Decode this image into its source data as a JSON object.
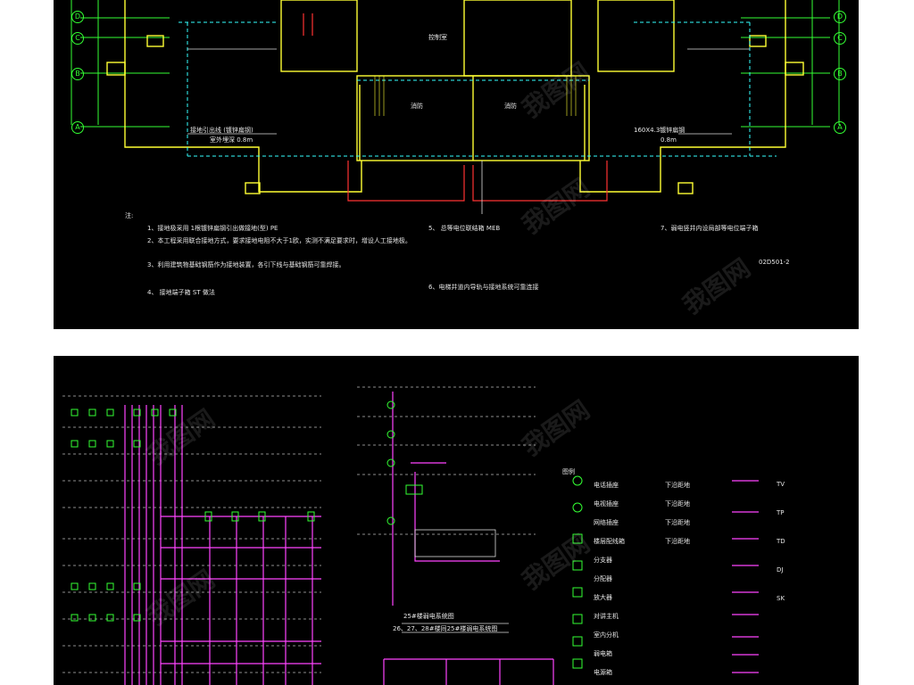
{
  "top_panel": {
    "axis_labels_left": [
      "D",
      "C",
      "B",
      "A"
    ],
    "axis_labels_right": [
      "D",
      "C",
      "B",
      "A"
    ],
    "room_labels": [
      "控制室",
      "消防",
      "消防"
    ],
    "notes": [
      "1、接地极采用      1根镀锌扁钢引出做接地(型)   PE",
      "2、本工程采用联合接地方式，要求接地电阻不大于1欧，实测不满足要求时，增设人工接地极。",
      "3、利用建筑物基础钢筋作为接地装置，各引下线与基础钢筋可靠焊接。",
      "4、      接地端子箱     ST  做法",
      "5、      总等电位联结箱   MEB",
      "6、电梯井道内导轨与接地系统可靠连接",
      "7、弱电竖井内设局部等电位端子箱",
      "02D501-2"
    ],
    "callouts": [
      "接地引出线 (镀锌扁钢)",
      "室外埋深 0.8m",
      "160X4.3镀锌扁钢",
      "0.8m"
    ]
  },
  "bottom_panel": {
    "center_title_1": "25#楼弱电系统图",
    "center_title_2": "26、27、28#楼同25#楼弱电系统图",
    "legend_title": "图例",
    "legend_rows": [
      {
        "name": "电话插座",
        "spec": "",
        "install": "下沿距地"
      },
      {
        "name": "电视插座",
        "spec": "",
        "install": "下沿距地"
      },
      {
        "name": "网络插座",
        "spec": "",
        "install": "下沿距地"
      },
      {
        "name": "楼层配线箱",
        "spec": "",
        "install": "下沿距地"
      },
      {
        "name": "分支器",
        "spec": "",
        "install": ""
      },
      {
        "name": "分配器",
        "spec": "",
        "install": ""
      },
      {
        "name": "放大器",
        "spec": "",
        "install": ""
      },
      {
        "name": "对讲主机",
        "spec": "",
        "install": ""
      },
      {
        "name": "室内分机",
        "spec": "",
        "install": ""
      },
      {
        "name": "弱电箱",
        "spec": "",
        "install": ""
      },
      {
        "name": "电源箱",
        "spec": "",
        "install": ""
      }
    ],
    "cable_legend": [
      "TV",
      "TP",
      "TD",
      "DJ",
      "SK"
    ]
  },
  "watermark": "我图网"
}
